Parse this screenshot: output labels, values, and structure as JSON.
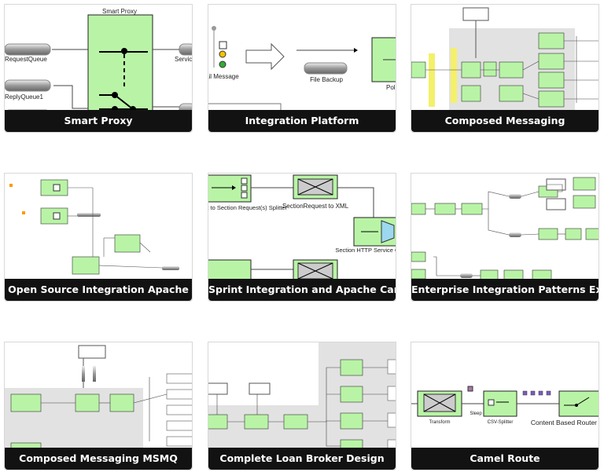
{
  "colors": {
    "node_fill": "#b9f4a6",
    "node_stroke": "#333333",
    "caption_bg": "#121212",
    "caption_text": "#ffffff",
    "gray_region": "#e2e2e2"
  },
  "templates": [
    {
      "title": "Smart Proxy",
      "labels": {
        "box": "Smart Proxy",
        "q1": "RequestQueue",
        "q2": "ReplyQueue1",
        "q3": "Service"
      }
    },
    {
      "title": "Integration Platform",
      "labels": {
        "msg": "ail Message",
        "backup": "File Backup",
        "poll": "Poll"
      }
    },
    {
      "title": "Composed Messaging"
    },
    {
      "title": "Open Source Integration Apache"
    },
    {
      "title": "Sprint Integration and Apache Camel",
      "labels": {
        "splitter": "Report Request to Section Request(s) Splitter",
        "xml": "SectionRequest to XML",
        "gateway": "Section HTTP Service Gateway"
      }
    },
    {
      "title": "Enterprise Integration Patterns Example"
    },
    {
      "title": "Composed Messaging MSMQ"
    },
    {
      "title": "Complete Loan Broker Design"
    },
    {
      "title": "Camel Route",
      "labels": {
        "transform": "Transform",
        "sleep": "Sleep",
        "csv": "CSV-Splitter",
        "router": "Content Based Router"
      }
    }
  ]
}
